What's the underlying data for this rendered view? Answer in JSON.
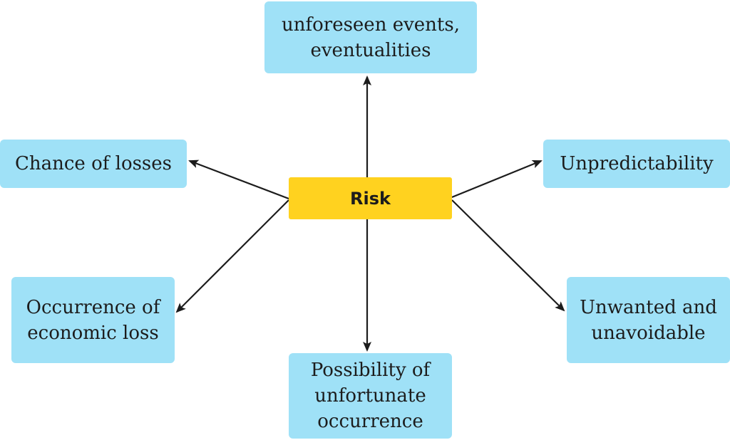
{
  "center": {
    "label": "Risk",
    "color": "#ffd21f"
  },
  "box_color": "#9fe1f7",
  "arrow_color": "#1c1c1c",
  "nodes": {
    "top": {
      "lines": [
        "unforeseen events,",
        "eventualities"
      ]
    },
    "left": {
      "lines": [
        "Chance of losses"
      ]
    },
    "right": {
      "lines": [
        "Unpredictability"
      ]
    },
    "bottom_left": {
      "lines": [
        "Occurrence of",
        "economic loss"
      ]
    },
    "bottom_right": {
      "lines": [
        "Unwanted and",
        "unavoidable"
      ]
    },
    "bottom": {
      "lines": [
        "Possibility of",
        "unfortunate",
        "occurrence"
      ]
    }
  }
}
